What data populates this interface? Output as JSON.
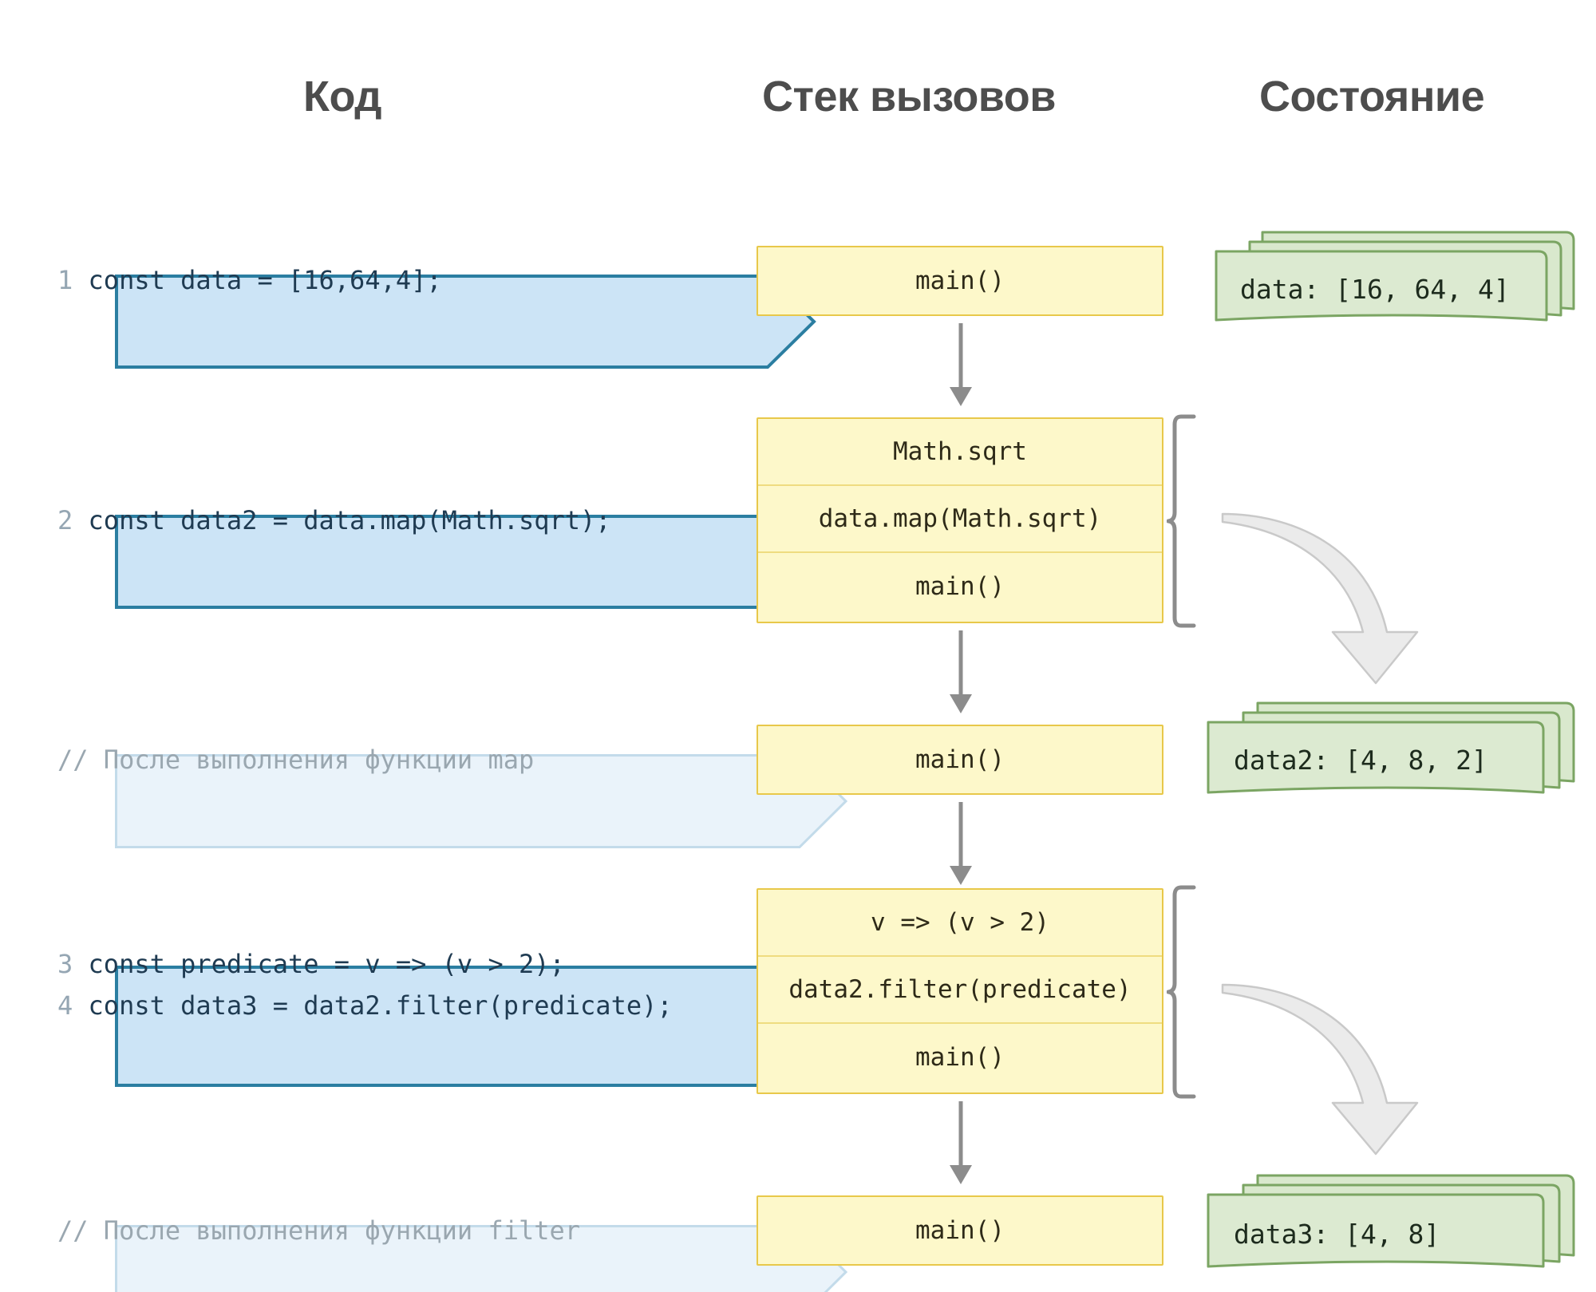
{
  "headers": {
    "code": "Код",
    "stack": "Стек вызовов",
    "state": "Состояние"
  },
  "colors": {
    "code_fill": "#cce4f6",
    "code_border": "#2b7ea1",
    "comment_fill": "#eaf3fa",
    "comment_border": "#bfd9e8",
    "stack_fill": "#fdf8ca",
    "stack_border": "#e8c84a",
    "state_fill": "#d9e8cd",
    "state_border": "#7ba563",
    "arrow_gray": "#8c8c8c",
    "arrow_block_fill": "#ebebeb",
    "header_text": "#4d4d4d"
  },
  "code_blocks": [
    {
      "kind": "statement",
      "lines": [
        {
          "num": "1",
          "text": "const data = [16,64,4];"
        }
      ]
    },
    {
      "kind": "statement",
      "lines": [
        {
          "num": "2",
          "text": "const data2 = data.map(Math.sqrt);"
        }
      ]
    },
    {
      "kind": "comment",
      "lines": [
        {
          "num": "",
          "text": "// После выполнения функции map"
        }
      ]
    },
    {
      "kind": "statement",
      "lines": [
        {
          "num": "3",
          "text": "const predicate = v => (v > 2);"
        },
        {
          "num": "4",
          "text": "const data3 = data2.filter(predicate);"
        }
      ]
    },
    {
      "kind": "comment",
      "lines": [
        {
          "num": "",
          "text": "// После выполнения функции filter"
        }
      ]
    }
  ],
  "call_stacks": [
    {
      "frames": [
        "main()"
      ]
    },
    {
      "frames": [
        "Math.sqrt",
        "data.map(Math.sqrt)",
        "main()"
      ]
    },
    {
      "frames": [
        "main()"
      ]
    },
    {
      "frames": [
        "v => (v > 2)",
        "data2.filter(predicate)",
        "main()"
      ]
    },
    {
      "frames": [
        "main()"
      ]
    }
  ],
  "states": [
    {
      "label": "data: [16, 64, 4]"
    },
    {
      "label": "data2: [4, 8, 2]"
    },
    {
      "label": "data3: [4, 8]"
    }
  ]
}
